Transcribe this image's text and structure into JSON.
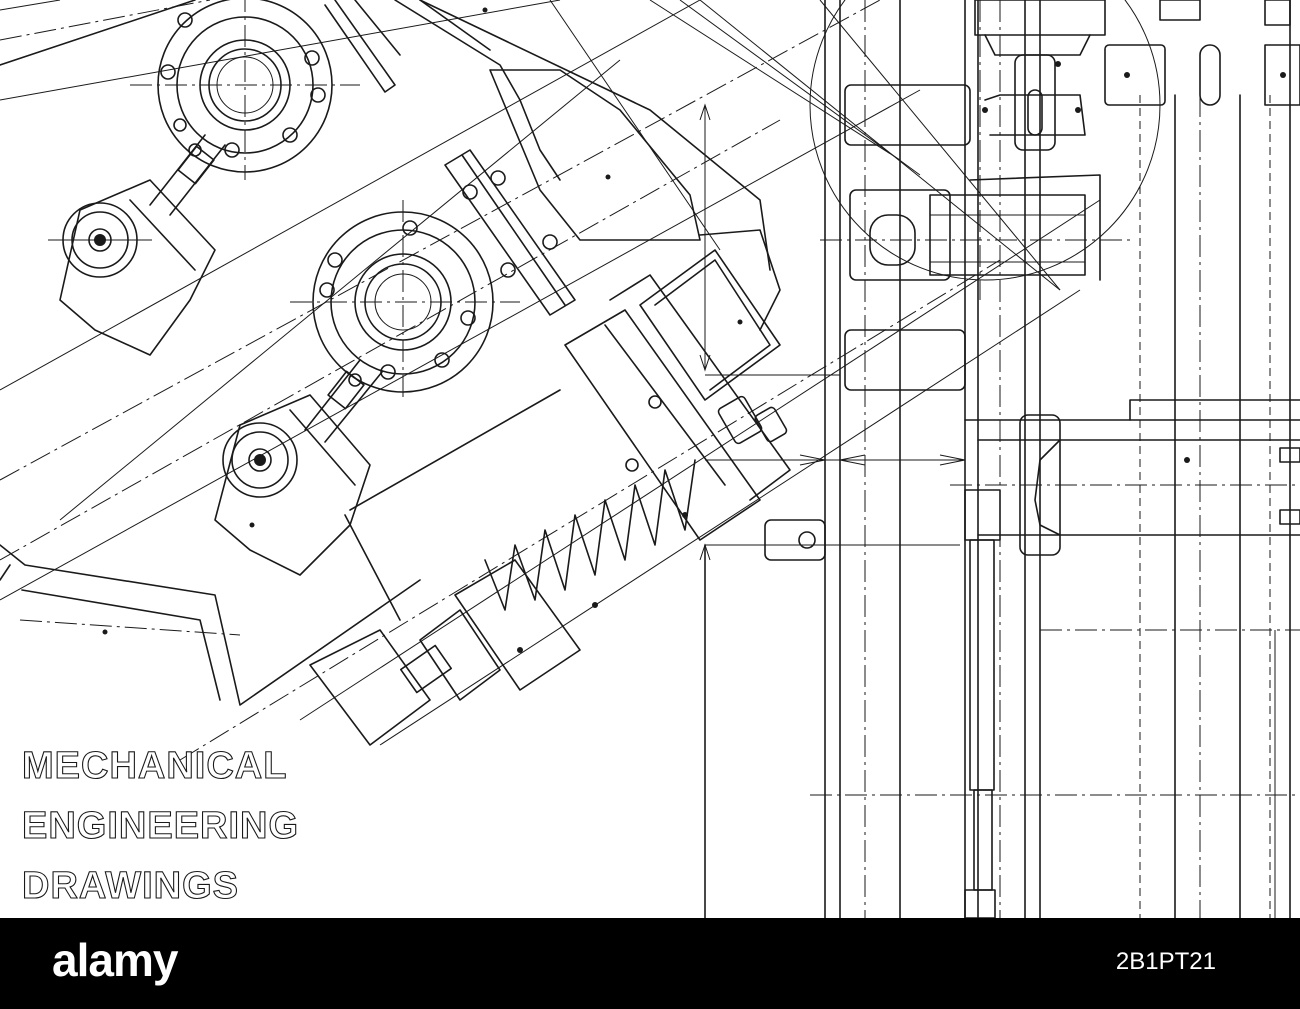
{
  "title": {
    "line1": "MECHANICAL",
    "line2": "ENGINEERING",
    "line3": "DRAWINGS"
  },
  "watermark": {
    "brand": "alamy",
    "stock_id": "2B1PT21"
  },
  "colors": {
    "ink": "#1a1a1a",
    "paper": "#ffffff",
    "banner": "#000000"
  }
}
